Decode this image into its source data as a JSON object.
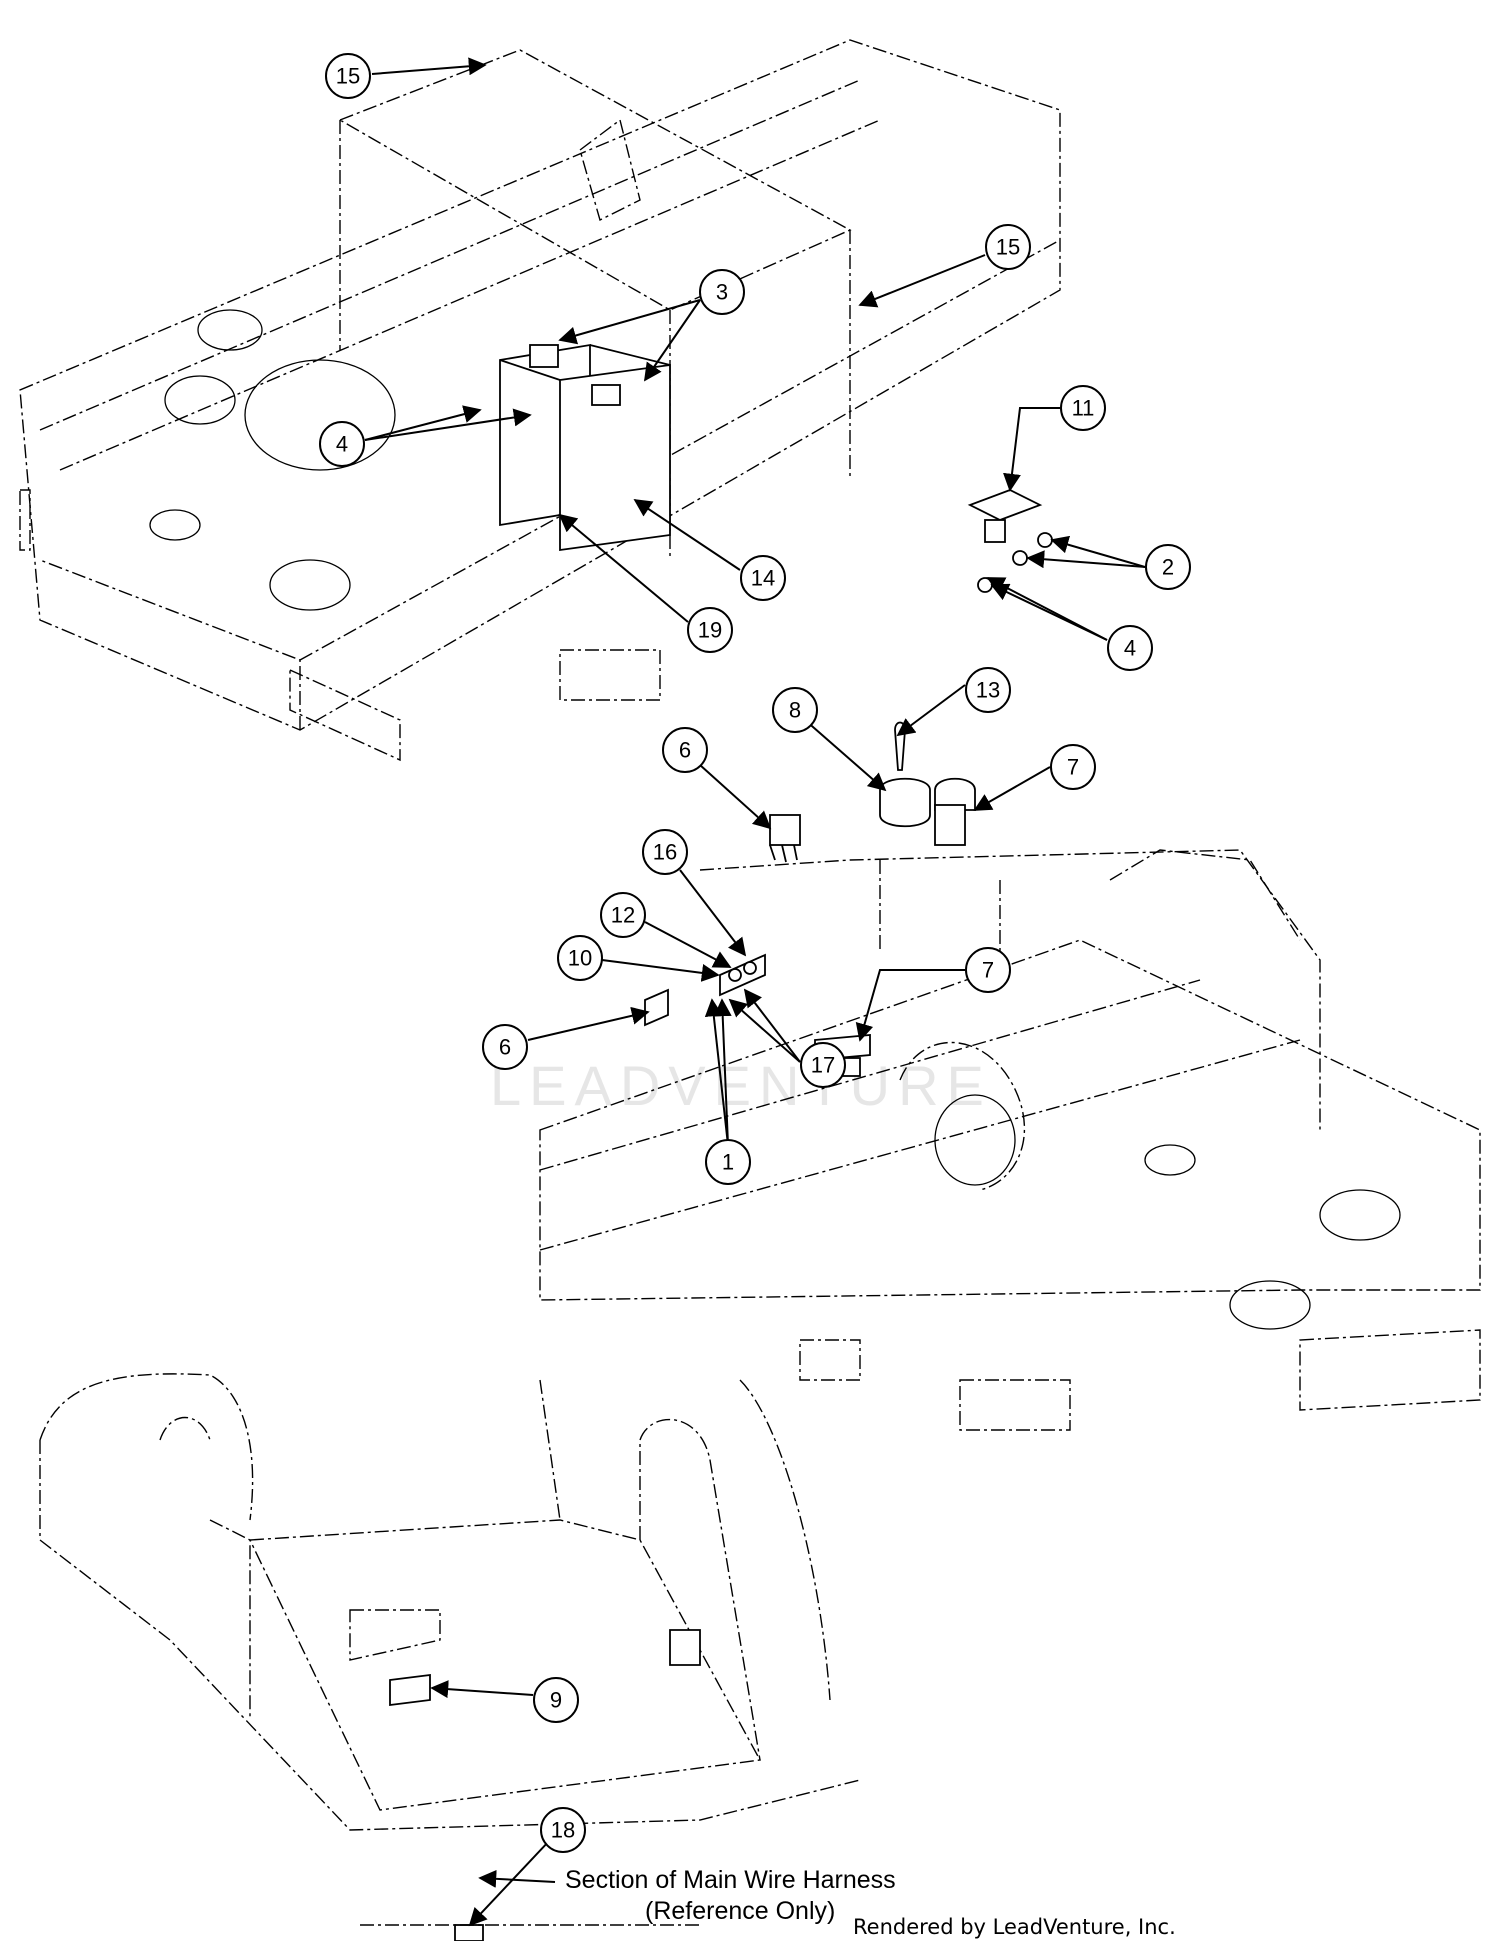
{
  "diagram": {
    "callouts": [
      "15",
      "15",
      "3",
      "4",
      "14",
      "19",
      "11",
      "2",
      "4",
      "13",
      "8",
      "7",
      "6",
      "16",
      "12",
      "10",
      "6",
      "17",
      "7",
      "1",
      "9",
      "18"
    ],
    "note_line1": "Section of Main Wire Harness",
    "note_line2": "(Reference Only)",
    "footer": "Rendered by LeadVenture, Inc.",
    "watermark": "LEADVENTURE"
  }
}
